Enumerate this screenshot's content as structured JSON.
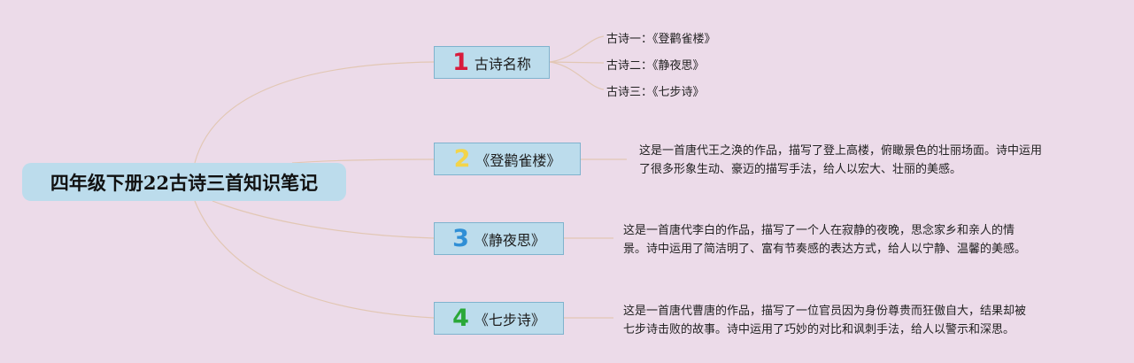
{
  "root": {
    "title": "四年级下册22古诗三首知识笔记"
  },
  "branches": [
    {
      "number": "1",
      "number_color": "#d81b3c",
      "label": "古诗名称"
    },
    {
      "number": "2",
      "number_color": "#f3d44a",
      "label": "《登鹳雀楼》"
    },
    {
      "number": "3",
      "number_color": "#2f8fd6",
      "label": "《静夜思》"
    },
    {
      "number": "4",
      "number_color": "#2aa838",
      "label": "《七步诗》"
    }
  ],
  "poem_names": [
    "古诗一：《登鹳雀楼》",
    "古诗二：《静夜思》",
    "古诗三：《七步诗》"
  ],
  "descriptions": [
    {
      "line1": "这是一首唐代王之涣的作品，描写了登上高楼，俯瞰景色的壮丽场面。诗中运用",
      "line2": "了很多形象生动、豪迈的描写手法，给人以宏大、壮丽的美感。"
    },
    {
      "line1": "这是一首唐代李白的作品，描写了一个人在寂静的夜晚，思念家乡和亲人的情",
      "line2": "景。诗中运用了简洁明了、富有节奏感的表达方式，给人以宁静、温馨的美感。"
    },
    {
      "line1": "这是一首唐代曹唐的作品，描写了一位官员因为身份尊贵而狂傲自大，结果却被",
      "line2": "七步诗击败的故事。诗中运用了巧妙的对比和讽刺手法，给人以警示和深思。"
    }
  ],
  "colors": {
    "background": "#ecdbe9",
    "node_fill": "#bcdcec",
    "node_border": "#7fb3ce",
    "connector": "#e2c7b4"
  }
}
